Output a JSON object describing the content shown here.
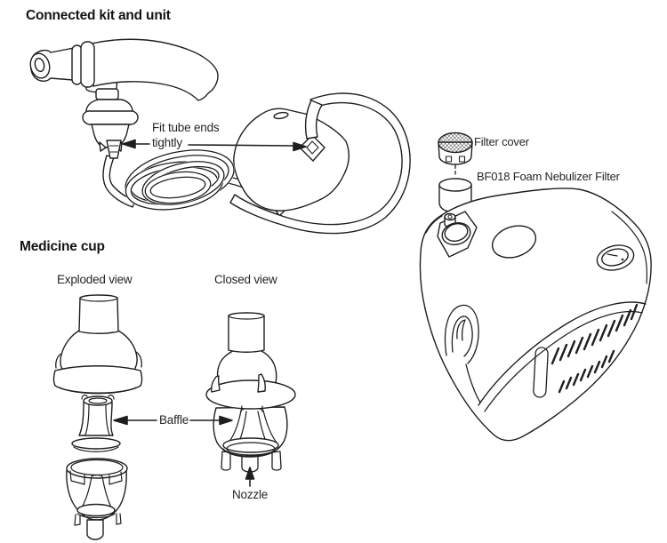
{
  "page": {
    "bg": "#ffffff",
    "ink": "#1f1f1f"
  },
  "connected_kit": {
    "heading": "Connected kit and unit",
    "tube_note_line1": "Fit tube ends",
    "tube_note_line2": "tightly"
  },
  "filter_unit": {
    "cover_label": "Filter cover",
    "foam_label": "BF018 Foam Nebulizer Filter"
  },
  "medicine_cup": {
    "heading": "Medicine cup",
    "view_exploded": "Exploded view",
    "view_closed": "Closed view",
    "part_baffle": "Baffle",
    "part_nozzle": "Nozzle"
  }
}
